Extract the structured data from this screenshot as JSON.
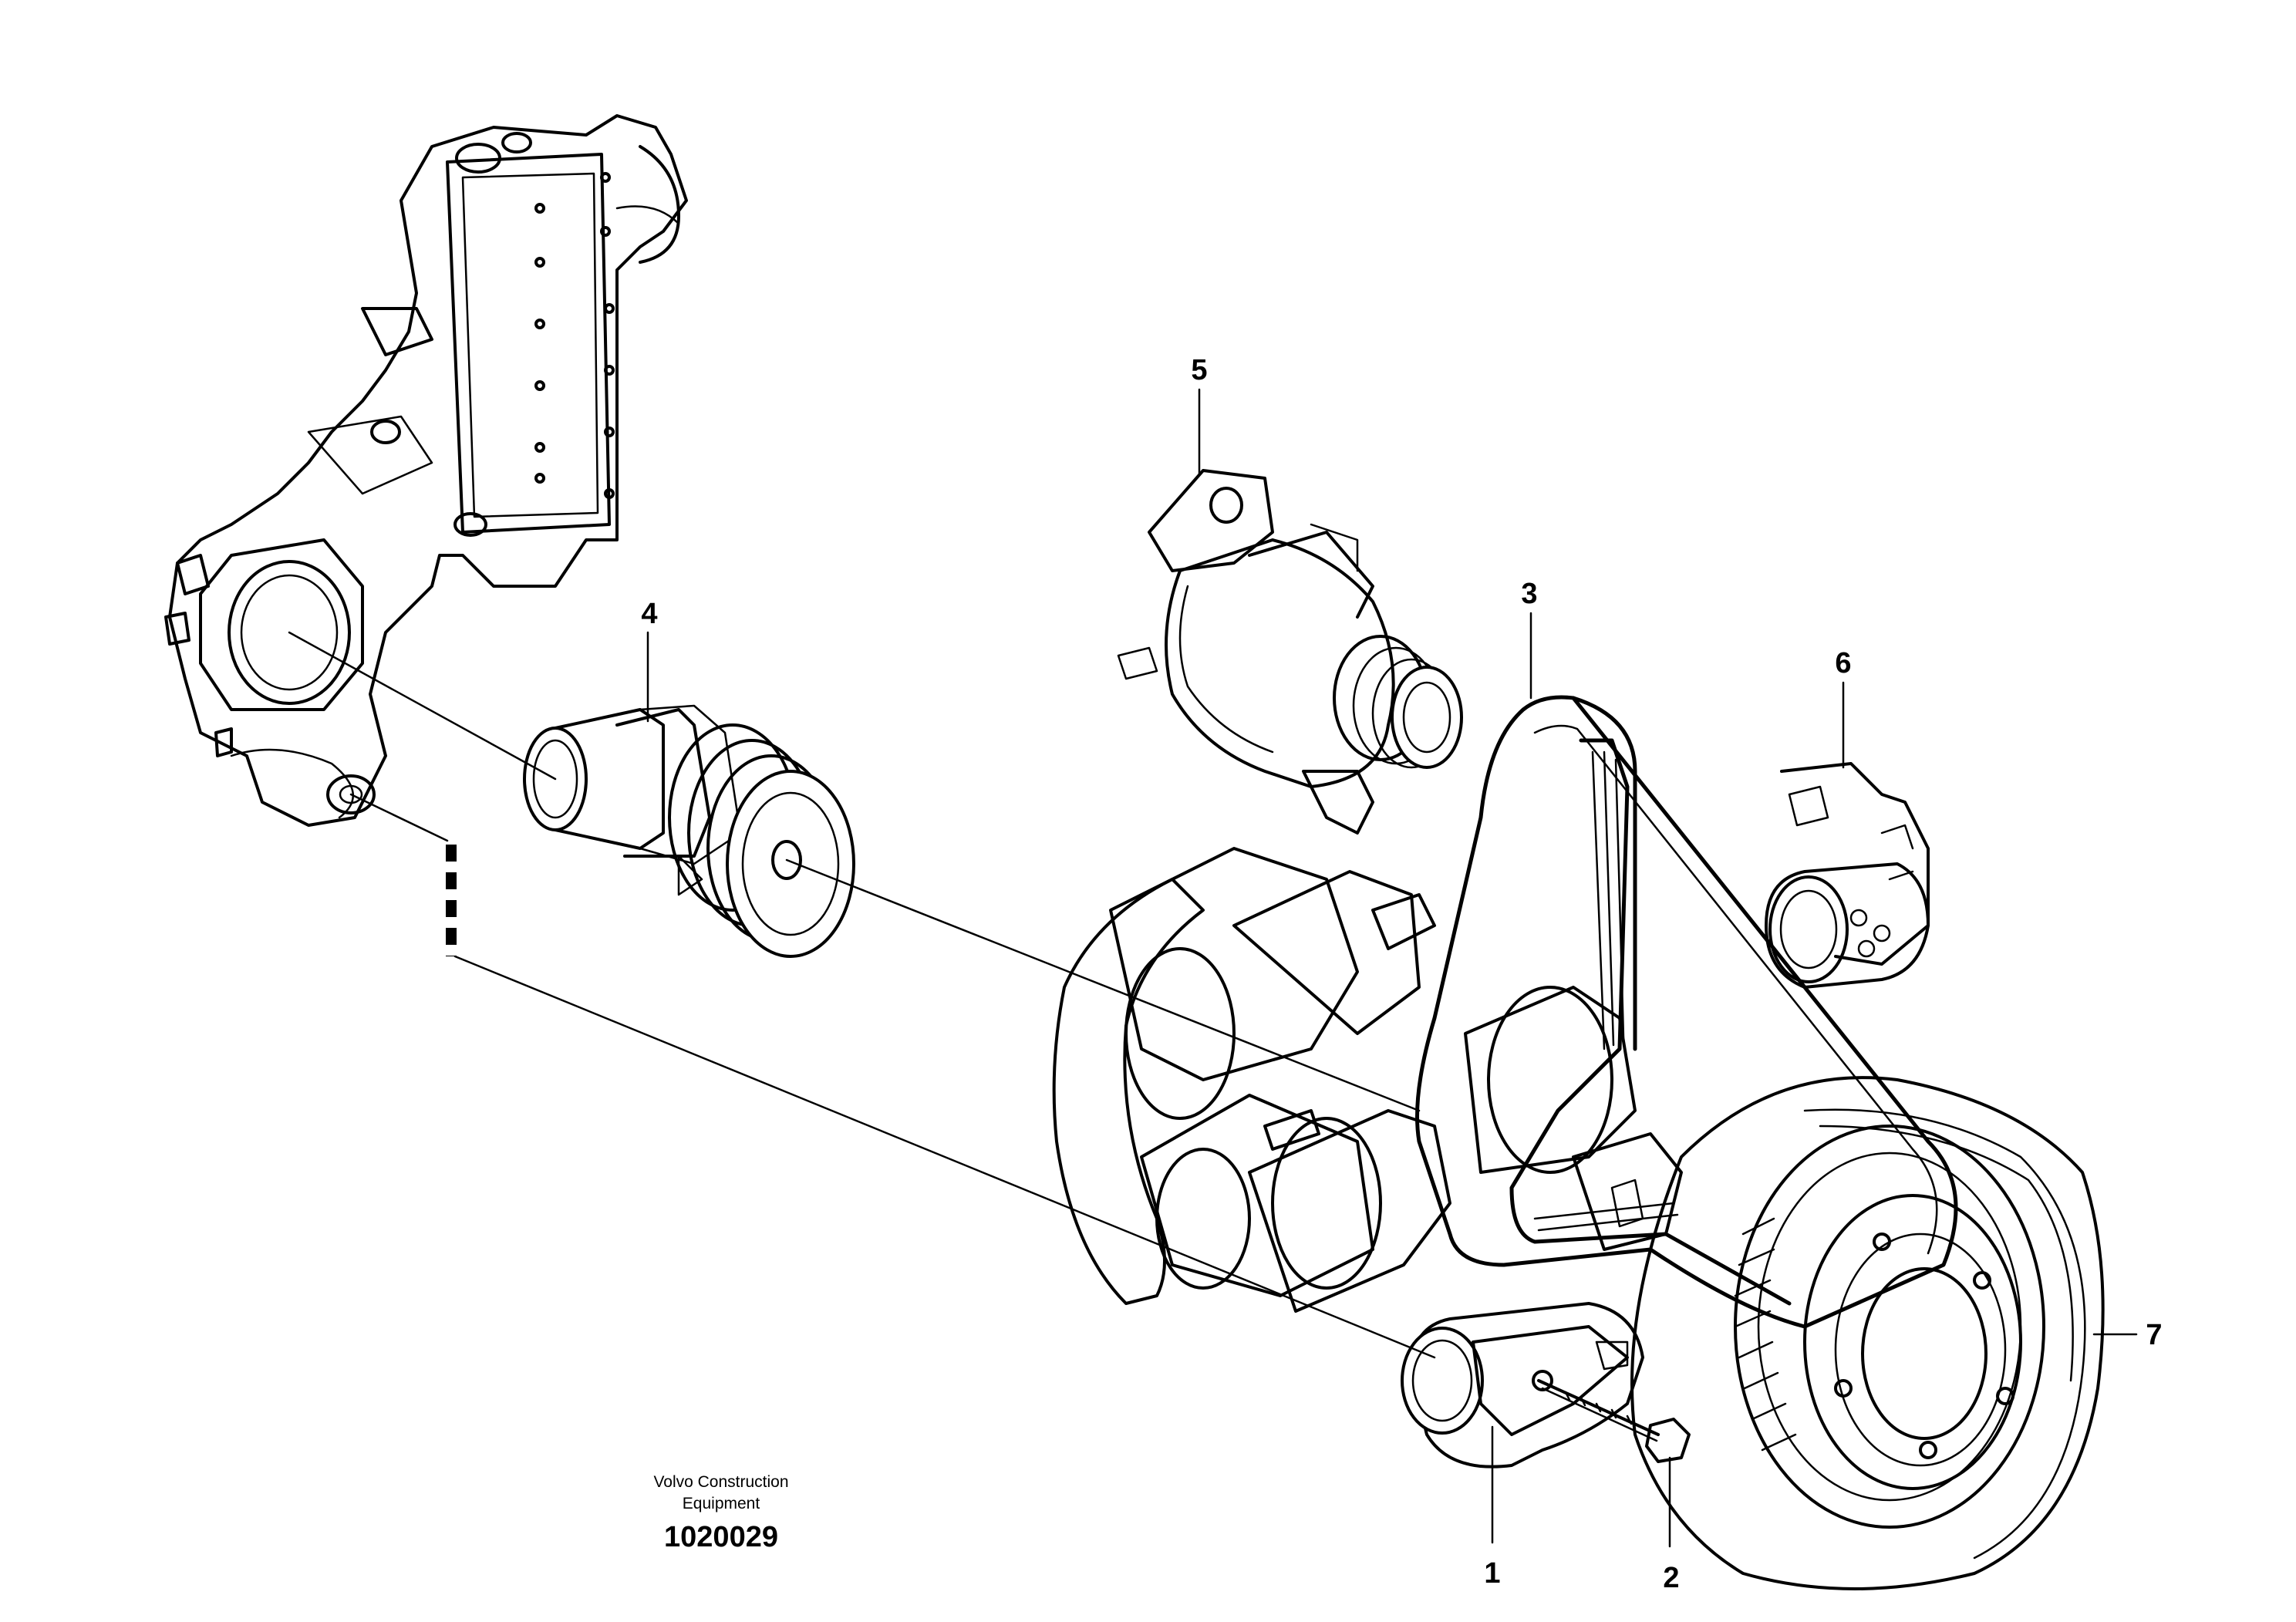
{
  "callouts": [
    {
      "id": "1",
      "text": "1"
    },
    {
      "id": "2",
      "text": "2"
    },
    {
      "id": "3",
      "text": "3"
    },
    {
      "id": "4",
      "text": "4"
    },
    {
      "id": "5",
      "text": "5"
    },
    {
      "id": "6",
      "text": "6"
    },
    {
      "id": "7",
      "text": "7"
    }
  ],
  "caption": {
    "line1": "Volvo Construction",
    "line2": "Equipment",
    "reference": "1020029"
  }
}
